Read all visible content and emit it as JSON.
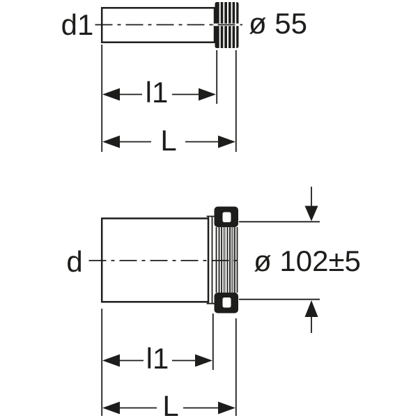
{
  "colors": {
    "ink": "#1d1d1b",
    "background": "#ffffff"
  },
  "figure_top": {
    "left_label": "d1",
    "diameter_label": "ø 55",
    "inner_length_label": "l1",
    "overall_length_label": "L"
  },
  "figure_bottom": {
    "left_label": "d",
    "diameter_label": "ø 102±5",
    "inner_length_label": "l1",
    "overall_length_label": "L"
  }
}
